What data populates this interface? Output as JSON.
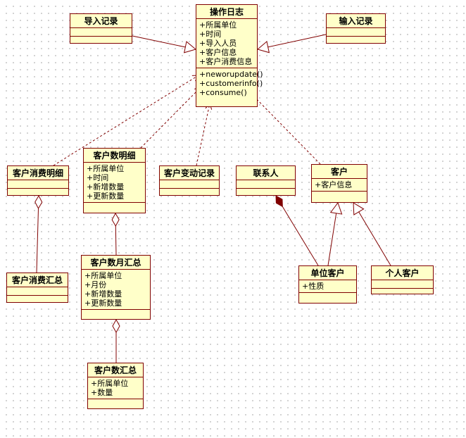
{
  "classes": [
    {
      "id": "import_record",
      "name": "导入记录",
      "attributes": [],
      "operations": []
    },
    {
      "id": "operation_log",
      "name": "操作日志",
      "attributes": [
        "+所属单位",
        "+时间",
        "+导入人员",
        "+客户信息",
        "+客户消费信息"
      ],
      "operations": [
        "+neworupdate()",
        "+customerinfo()",
        "+consume()"
      ]
    },
    {
      "id": "input_record",
      "name": "输入记录",
      "attributes": [],
      "operations": []
    },
    {
      "id": "customer_consume_detail",
      "name": "客户消费明细",
      "attributes": [],
      "operations": []
    },
    {
      "id": "customer_count_detail",
      "name": "客户数明细",
      "attributes": [
        "+所属单位",
        "+时间",
        "+新增数量",
        "+更新数量"
      ],
      "operations": []
    },
    {
      "id": "customer_change_record",
      "name": "客户变动记录",
      "attributes": [],
      "operations": []
    },
    {
      "id": "contact",
      "name": "联系人",
      "attributes": [],
      "operations": []
    },
    {
      "id": "customer",
      "name": "客户",
      "attributes": [
        "+客户信息"
      ],
      "operations": []
    },
    {
      "id": "customer_consume_summary",
      "name": "客户消费汇总",
      "attributes": [],
      "operations": []
    },
    {
      "id": "customer_count_monthly",
      "name": "客户数月汇总",
      "attributes": [
        "+所属单位",
        "+月份",
        "+新增数量",
        "+更新数量"
      ],
      "operations": []
    },
    {
      "id": "unit_customer",
      "name": "单位客户",
      "attributes": [
        "+性质"
      ],
      "operations": []
    },
    {
      "id": "individual_customer",
      "name": "个人客户",
      "attributes": [],
      "operations": []
    },
    {
      "id": "customer_count_summary",
      "name": "客户数汇总",
      "attributes": [
        "+所属单位",
        "+数量"
      ],
      "operations": []
    }
  ],
  "relations": [
    {
      "type": "generalization",
      "from": "import_record",
      "to": "operation_log"
    },
    {
      "type": "generalization",
      "from": "input_record",
      "to": "operation_log"
    },
    {
      "type": "dependency",
      "from": "customer_consume_detail",
      "to": "operation_log"
    },
    {
      "type": "dependency",
      "from": "customer_count_detail",
      "to": "operation_log"
    },
    {
      "type": "dependency",
      "from": "customer_change_record",
      "to": "operation_log"
    },
    {
      "type": "dependency",
      "from": "customer",
      "to": "operation_log"
    },
    {
      "type": "aggregation",
      "from": "customer_consume_summary",
      "to": "customer_consume_detail"
    },
    {
      "type": "aggregation",
      "from": "customer_count_monthly",
      "to": "customer_count_detail"
    },
    {
      "type": "aggregation",
      "from": "customer_count_summary",
      "to": "customer_count_monthly"
    },
    {
      "type": "composition",
      "from": "unit_customer",
      "to": "contact"
    },
    {
      "type": "generalization",
      "from": "unit_customer",
      "to": "customer"
    },
    {
      "type": "generalization",
      "from": "individual_customer",
      "to": "customer"
    }
  ],
  "colors": {
    "border": "#800000",
    "fill": "#ffffc9",
    "line": "#800000",
    "canvas": "#ffffff"
  }
}
